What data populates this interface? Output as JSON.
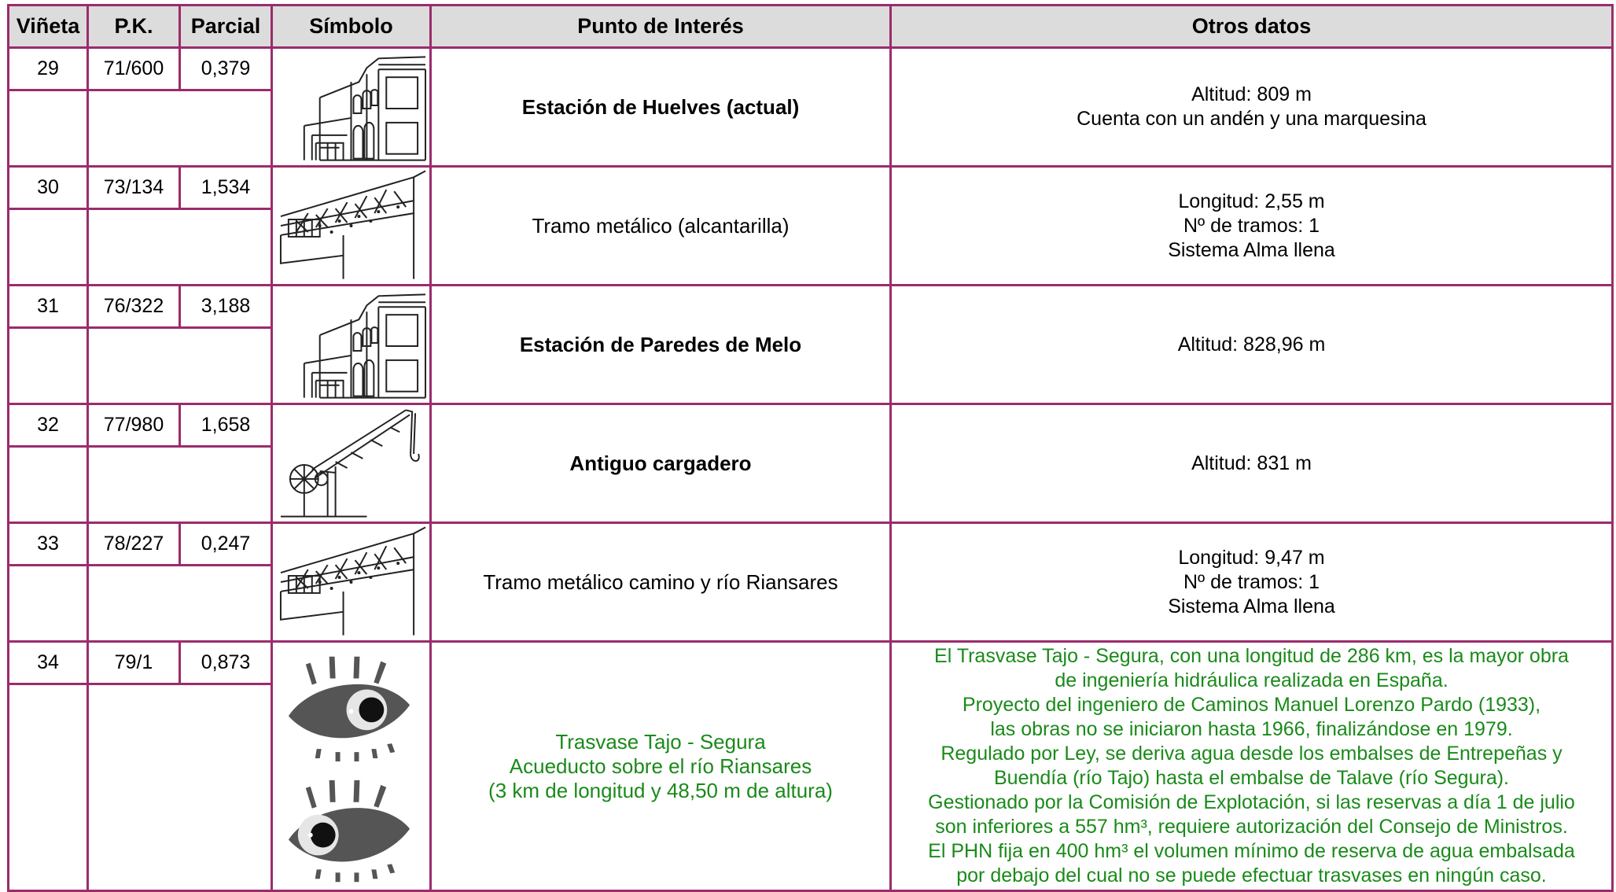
{
  "headers": {
    "vineta": "Viñeta",
    "pk": "P.K.",
    "parcial": "Parcial",
    "simbolo": "Símbolo",
    "punto": "Punto de Interés",
    "otros": "Otros datos"
  },
  "rows": [
    {
      "vineta": "29",
      "pk": "71/600",
      "parcial": "0,379",
      "symbol": "station-icon",
      "punto": [
        "Estación de Huelves (actual)"
      ],
      "otros": [
        "Altitud: 809 m",
        "Cuenta con un andén y una marquesina"
      ]
    },
    {
      "vineta": "30",
      "pk": "73/134",
      "parcial": "1,534",
      "symbol": "metal-bridge-icon",
      "punto": [
        "Tramo metálico (alcantarilla)"
      ],
      "otros": [
        "Longitud: 2,55 m",
        "Nº de tramos: 1",
        "Sistema Alma llena"
      ]
    },
    {
      "vineta": "31",
      "pk": "76/322",
      "parcial": "3,188",
      "symbol": "station-icon",
      "punto": [
        "Estación de Paredes de Melo"
      ],
      "otros": [
        "Altitud: 828,96 m"
      ]
    },
    {
      "vineta": "32",
      "pk": "77/980",
      "parcial": "1,658",
      "symbol": "crane-icon",
      "punto": [
        "Antiguo cargadero"
      ],
      "otros": [
        "Altitud: 831 m"
      ]
    },
    {
      "vineta": "33",
      "pk": "78/227",
      "parcial": "0,247",
      "symbol": "metal-bridge-icon",
      "punto": [
        "Tramo metálico camino y río Riansares"
      ],
      "otros": [
        "Longitud: 9,47 m",
        "Nº de tramos: 1",
        "Sistema Alma llena"
      ]
    },
    {
      "vineta": "34",
      "pk": "79/1",
      "parcial": "0,873",
      "symbol": "eyes-icon",
      "punto": [
        "Trasvase Tajo - Segura",
        "Acueducto sobre el río Riansares",
        "(3 km de longitud y 48,50 m de altura)"
      ],
      "otros": [
        "El Trasvase Tajo - Segura, con una longitud de 286 km, es la mayor obra",
        "de ingeniería hidráulica realizada en España.",
        "Proyecto del ingeniero de Caminos Manuel Lorenzo Pardo (1933),",
        "las obras no se iniciaron hasta 1966, finalizándose en 1979.",
        "Regulado por Ley, se deriva agua desde los embalses de Entrepeñas y",
        "Buendía (río Tajo) hasta el embalse de Talave (río Segura).",
        "Gestionado por la Comisión de Explotación, si las reservas a día 1 de julio",
        "son inferiores a 557 hm³, requiere autorización del Consejo de Ministros.",
        "El PHN fija en 400 hm³ el volumen mínimo de reserva de agua embalsada",
        "por debajo del cual no se puede efectuar trasvases en ningún caso."
      ]
    }
  ],
  "colors": {
    "border": "#9b2c6b",
    "header_bg": "#dcdcdc",
    "highlight_text": "#1a8a1a"
  }
}
